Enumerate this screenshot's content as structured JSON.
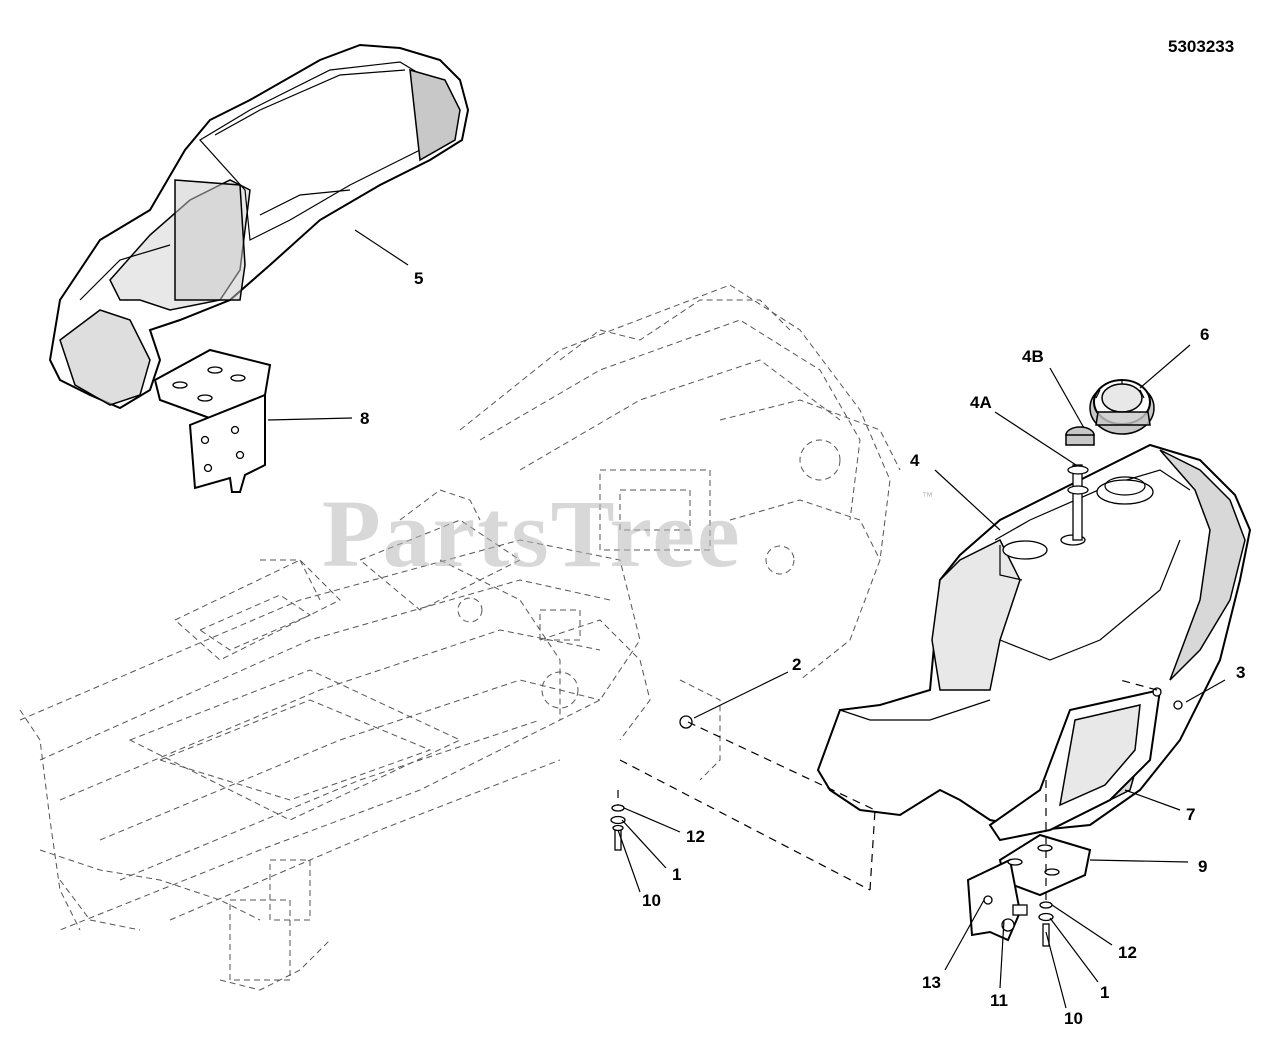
{
  "document_number": "5303233",
  "watermark": {
    "text": "PartsTree",
    "trademark": "™"
  },
  "callouts": [
    {
      "id": "callout-5",
      "label": "5"
    },
    {
      "id": "callout-8",
      "label": "8"
    },
    {
      "id": "callout-6",
      "label": "6"
    },
    {
      "id": "callout-4B",
      "label": "4B"
    },
    {
      "id": "callout-4A",
      "label": "4A"
    },
    {
      "id": "callout-4",
      "label": "4"
    },
    {
      "id": "callout-2",
      "label": "2"
    },
    {
      "id": "callout-3",
      "label": "3"
    },
    {
      "id": "callout-7",
      "label": "7"
    },
    {
      "id": "callout-9",
      "label": "9"
    },
    {
      "id": "callout-12-left",
      "label": "12"
    },
    {
      "id": "callout-1-left",
      "label": "1"
    },
    {
      "id": "callout-10-left",
      "label": "10"
    },
    {
      "id": "callout-12-right",
      "label": "12"
    },
    {
      "id": "callout-1-right",
      "label": "1"
    },
    {
      "id": "callout-10-right",
      "label": "10"
    },
    {
      "id": "callout-13",
      "label": "13"
    },
    {
      "id": "callout-11",
      "label": "11"
    }
  ]
}
